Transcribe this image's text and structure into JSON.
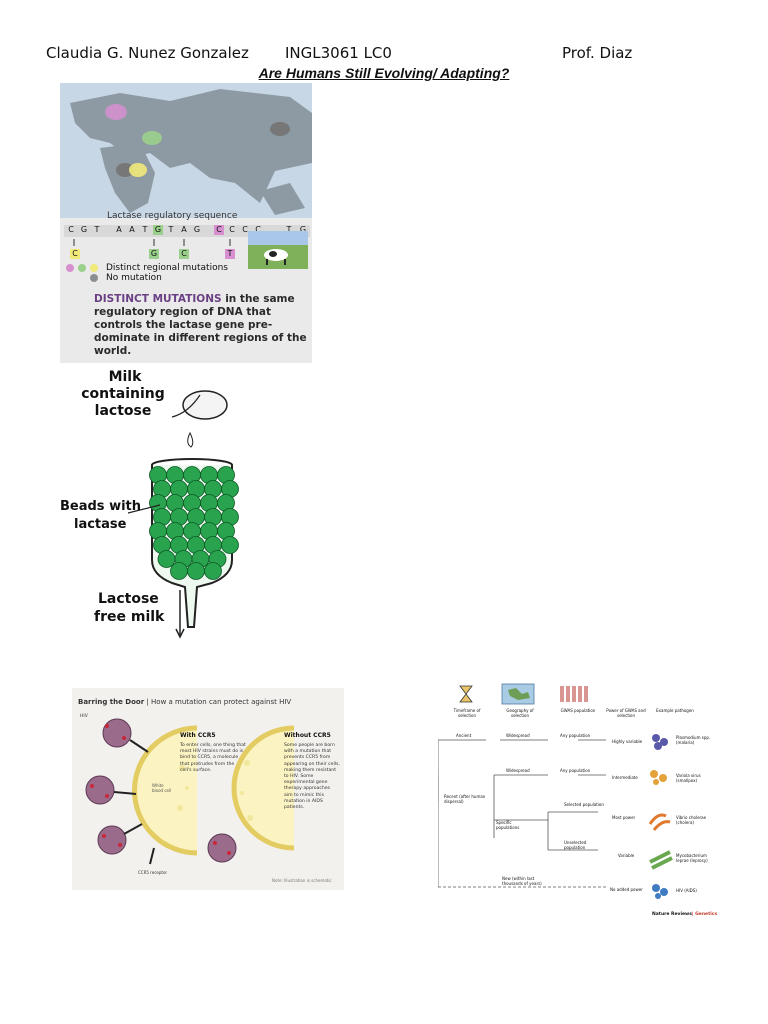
{
  "header": {
    "student": "Claudia G. Nunez Gonzalez",
    "course": "INGL3061 LC0",
    "professor": "Prof. Diaz"
  },
  "title": "Are Humans Still Evolving/ Adapting?",
  "figure_lactase_map": {
    "sequence_label": "Lactase regulatory sequence",
    "sequence": [
      "C",
      "G",
      "T",
      "A",
      "A",
      "T",
      "G",
      "T",
      "A",
      "G",
      "C",
      "C",
      "C",
      "C",
      "T",
      "G"
    ],
    "mutations": [
      "C",
      "G",
      "C",
      "T"
    ],
    "legend_mutations": "Distinct regional mutations",
    "legend_none": "No mutation",
    "caption_bold": "DISTINCT MUTATIONS",
    "caption_rest": " in the same regulatory region of DNA that controls the lactase gene pre-dominate in different regions of the world.",
    "colors": {
      "pink": "#d78fd0",
      "green": "#9ad08c",
      "yellow": "#f1ea79",
      "gray": "#8a8f93"
    }
  },
  "figure_lactase_column": {
    "top_label_1": "Milk",
    "top_label_2": "containing",
    "top_label_3": "lactose",
    "beads_label_1": "Beads with",
    "beads_label_2": "lactase",
    "bottom_label_1": "Lactose",
    "bottom_label_2": "free milk",
    "bead_color": "#2aa34e"
  },
  "figure_hiv": {
    "title_bold": "Barring the Door",
    "title_rest": "| How a mutation can protect against HIV",
    "hiv_label": "HIV",
    "with_heading": "With CCR5",
    "with_text": "To enter cells, one thing that most HIV strains must do is bind to CCR5, a molecule that protrudes from the cell's surface.",
    "without_heading": "Without CCR5",
    "without_text": "Some people are born with a mutation that prevents CCR5 from appearing on their cells, making them resistant to HIV. Some experimental gene therapy approaches aim to mimic this mutation in AIDS patients.",
    "cell_label": "White blood cell",
    "receptor_label": "CCR5 receptor",
    "note": "Note: Illustration is schematic"
  },
  "figure_gwas": {
    "headers": [
      "Timeframe of selection",
      "Geography of selection",
      "GWAS population",
      "Power of GWAS and selection",
      "Example pathogen"
    ],
    "rows": [
      {
        "time": "Ancient",
        "geo": "Widespread",
        "pop": "Any population",
        "power": "Highly variable",
        "pathogen": "Plasmodium spp. (malaria)"
      },
      {
        "time": "",
        "geo": "Widespread",
        "pop": "Any population",
        "power": "Intermediate",
        "pathogen": "Variola virus (smallpox)"
      },
      {
        "time": "Recent (after human dispersal)",
        "geo": "Specific populations",
        "pop": "Selected population",
        "power": "Most power",
        "pathogen": "Vibrio cholerae (cholera)"
      },
      {
        "time": "",
        "geo": "",
        "pop": "Unselected population",
        "power": "Variable",
        "pathogen": "Mycobacterium leprae (leprosy)"
      },
      {
        "time": "New (within last thousands of years)",
        "geo": "",
        "pop": "",
        "power": "No added power",
        "pathogen": "HIV (AIDS)"
      }
    ],
    "footer_1": "Nature Reviews",
    "footer_2": "| Genetics"
  }
}
